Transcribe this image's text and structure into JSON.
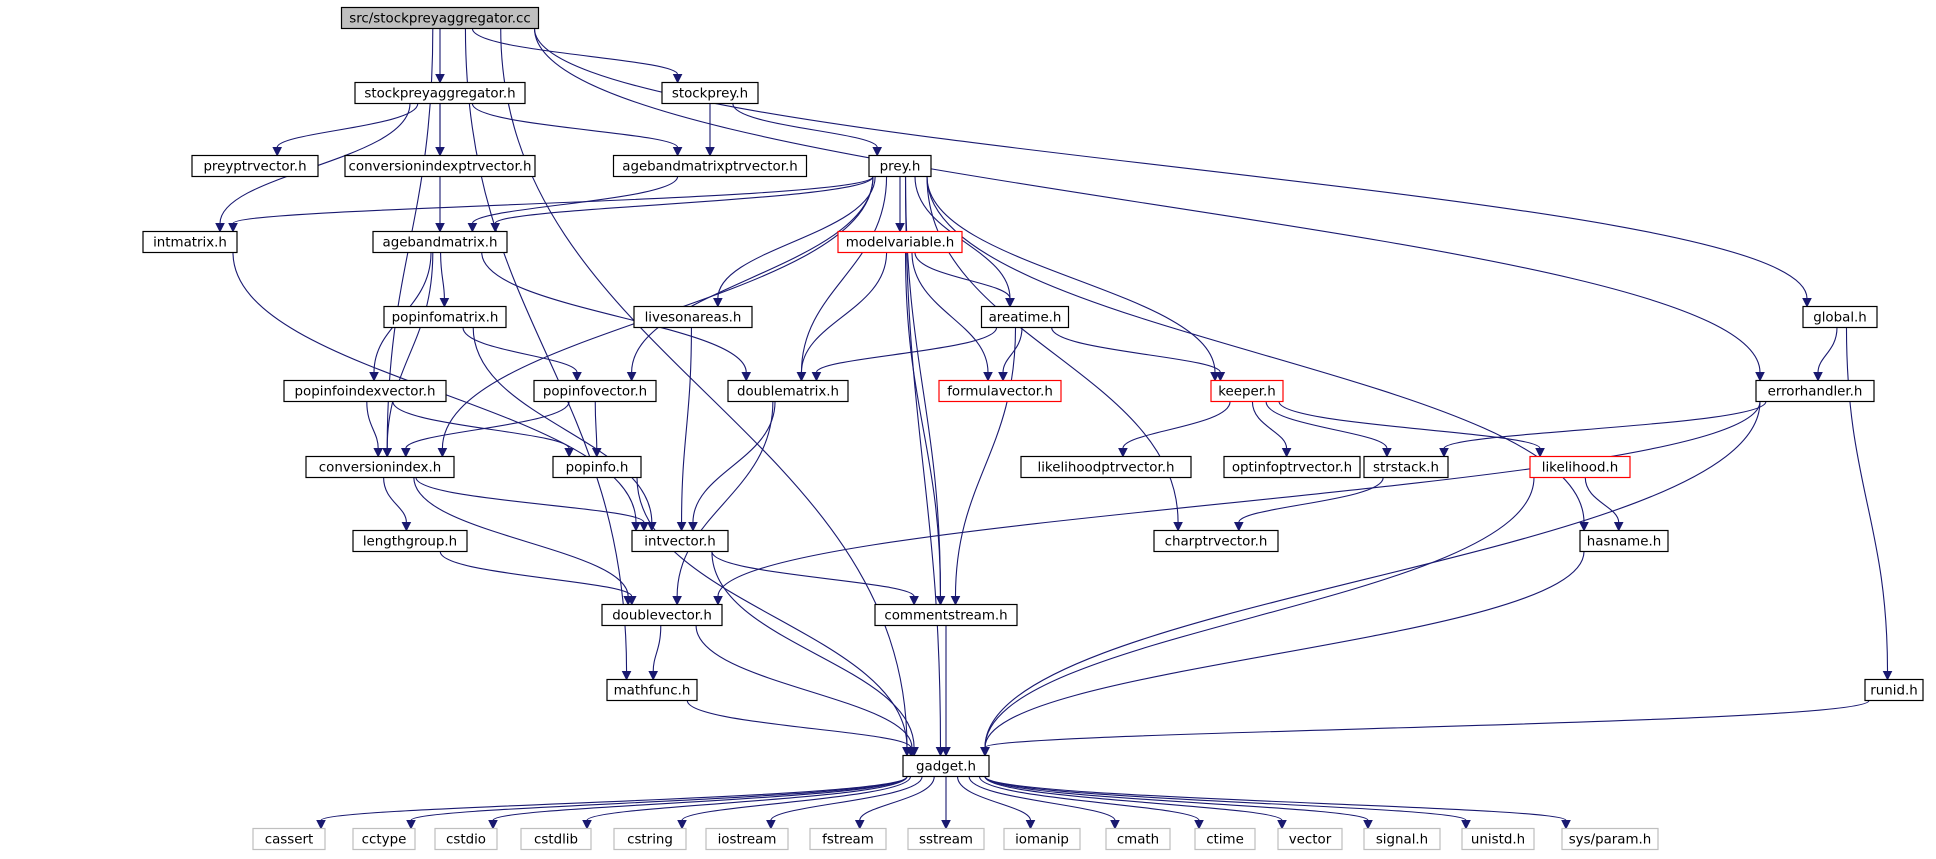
{
  "colors": {
    "edge": "#191970",
    "node_border_default": "#000000",
    "node_border_truncated": "#ff0000",
    "node_border_system": "#bfbfbf",
    "root_fill": "#bfbfbf"
  },
  "nodes": [
    {
      "id": "root",
      "label": "src/stockpreyaggregator.cc",
      "style": "root"
    },
    {
      "id": "spa_h",
      "label": "stockpreyaggregator.h",
      "style": "normal"
    },
    {
      "id": "stockprey",
      "label": "stockprey.h",
      "style": "normal"
    },
    {
      "id": "preyptr",
      "label": "preyptrvector.h",
      "style": "normal"
    },
    {
      "id": "convidxptr",
      "label": "conversionindexptrvector.h",
      "style": "normal"
    },
    {
      "id": "abmptr",
      "label": "agebandmatrixptrvector.h",
      "style": "normal"
    },
    {
      "id": "prey",
      "label": "prey.h",
      "style": "normal"
    },
    {
      "id": "intmatrix",
      "label": "intmatrix.h",
      "style": "normal"
    },
    {
      "id": "abm",
      "label": "agebandmatrix.h",
      "style": "normal"
    },
    {
      "id": "modelvar",
      "label": "modelvariable.h",
      "style": "truncated"
    },
    {
      "id": "livesonareas",
      "label": "livesonareas.h",
      "style": "normal"
    },
    {
      "id": "areatime",
      "label": "areatime.h",
      "style": "normal"
    },
    {
      "id": "global",
      "label": "global.h",
      "style": "normal"
    },
    {
      "id": "popinfomatrix",
      "label": "popinfomatrix.h",
      "style": "normal"
    },
    {
      "id": "popinfoidx",
      "label": "popinfoindexvector.h",
      "style": "normal"
    },
    {
      "id": "popinfovec",
      "label": "popinfovector.h",
      "style": "normal"
    },
    {
      "id": "doublematrix",
      "label": "doublematrix.h",
      "style": "normal"
    },
    {
      "id": "formulavec",
      "label": "formulavector.h",
      "style": "truncated"
    },
    {
      "id": "keeper",
      "label": "keeper.h",
      "style": "truncated"
    },
    {
      "id": "errorhandler",
      "label": "errorhandler.h",
      "style": "normal"
    },
    {
      "id": "convidx",
      "label": "conversionindex.h",
      "style": "normal"
    },
    {
      "id": "popinfo",
      "label": "popinfo.h",
      "style": "normal"
    },
    {
      "id": "likelihoodptr",
      "label": "likelihoodptrvector.h",
      "style": "normal"
    },
    {
      "id": "optinfoptr",
      "label": "optinfoptrvector.h",
      "style": "normal"
    },
    {
      "id": "strstack",
      "label": "strstack.h",
      "style": "normal"
    },
    {
      "id": "likelihood",
      "label": "likelihood.h",
      "style": "truncated"
    },
    {
      "id": "lengthgroup",
      "label": "lengthgroup.h",
      "style": "normal"
    },
    {
      "id": "intvector",
      "label": "intvector.h",
      "style": "normal"
    },
    {
      "id": "charptr",
      "label": "charptrvector.h",
      "style": "normal"
    },
    {
      "id": "hasname",
      "label": "hasname.h",
      "style": "normal"
    },
    {
      "id": "doublevector",
      "label": "doublevector.h",
      "style": "normal"
    },
    {
      "id": "commentstream",
      "label": "commentstream.h",
      "style": "normal"
    },
    {
      "id": "mathfunc",
      "label": "mathfunc.h",
      "style": "normal"
    },
    {
      "id": "runid",
      "label": "runid.h",
      "style": "normal"
    },
    {
      "id": "gadget",
      "label": "gadget.h",
      "style": "normal"
    },
    {
      "id": "cassert",
      "label": "cassert",
      "style": "system"
    },
    {
      "id": "cctype",
      "label": "cctype",
      "style": "system"
    },
    {
      "id": "cstdio",
      "label": "cstdio",
      "style": "system"
    },
    {
      "id": "cstdlib",
      "label": "cstdlib",
      "style": "system"
    },
    {
      "id": "cstring",
      "label": "cstring",
      "style": "system"
    },
    {
      "id": "iostream",
      "label": "iostream",
      "style": "system"
    },
    {
      "id": "fstream",
      "label": "fstream",
      "style": "system"
    },
    {
      "id": "sstream",
      "label": "sstream",
      "style": "system"
    },
    {
      "id": "iomanip",
      "label": "iomanip",
      "style": "system"
    },
    {
      "id": "cmath",
      "label": "cmath",
      "style": "system"
    },
    {
      "id": "ctime",
      "label": "ctime",
      "style": "system"
    },
    {
      "id": "vector",
      "label": "vector",
      "style": "system"
    },
    {
      "id": "signal",
      "label": "signal.h",
      "style": "system"
    },
    {
      "id": "unistd",
      "label": "unistd.h",
      "style": "system"
    },
    {
      "id": "sysparam",
      "label": "sys/param.h",
      "style": "system"
    }
  ],
  "edges": [
    [
      "root",
      "spa_h"
    ],
    [
      "root",
      "stockprey"
    ],
    [
      "root",
      "convidx"
    ],
    [
      "root",
      "errorhandler"
    ],
    [
      "root",
      "global"
    ],
    [
      "root",
      "gadget"
    ],
    [
      "root",
      "mathfunc"
    ],
    [
      "spa_h",
      "preyptr"
    ],
    [
      "spa_h",
      "convidxptr"
    ],
    [
      "spa_h",
      "abmptr"
    ],
    [
      "spa_h",
      "abm"
    ],
    [
      "spa_h",
      "intmatrix"
    ],
    [
      "stockprey",
      "abmptr"
    ],
    [
      "stockprey",
      "prey"
    ],
    [
      "abmptr",
      "abm"
    ],
    [
      "prey",
      "abm"
    ],
    [
      "prey",
      "intmatrix"
    ],
    [
      "prey",
      "modelvar"
    ],
    [
      "prey",
      "livesonareas"
    ],
    [
      "prey",
      "areatime"
    ],
    [
      "prey",
      "popinfovec"
    ],
    [
      "prey",
      "doublematrix"
    ],
    [
      "prey",
      "convidx"
    ],
    [
      "prey",
      "keeper"
    ],
    [
      "prey",
      "hasname"
    ],
    [
      "prey",
      "commentstream"
    ],
    [
      "prey",
      "charptr"
    ],
    [
      "prey",
      "gadget"
    ],
    [
      "intmatrix",
      "intvector"
    ],
    [
      "abm",
      "popinfomatrix"
    ],
    [
      "abm",
      "popinfoidx"
    ],
    [
      "abm",
      "doublematrix"
    ],
    [
      "abm",
      "convidx"
    ],
    [
      "modelvar",
      "areatime"
    ],
    [
      "modelvar",
      "formulavec"
    ],
    [
      "modelvar",
      "doublematrix"
    ],
    [
      "modelvar",
      "commentstream"
    ],
    [
      "livesonareas",
      "intvector"
    ],
    [
      "areatime",
      "doublematrix"
    ],
    [
      "areatime",
      "formulavec"
    ],
    [
      "areatime",
      "keeper"
    ],
    [
      "areatime",
      "commentstream"
    ],
    [
      "global",
      "errorhandler"
    ],
    [
      "global",
      "runid"
    ],
    [
      "popinfomatrix",
      "popinfovec"
    ],
    [
      "popinfomatrix",
      "intvector"
    ],
    [
      "popinfoidx",
      "convidx"
    ],
    [
      "popinfoidx",
      "popinfo"
    ],
    [
      "popinfovec",
      "popinfo"
    ],
    [
      "popinfovec",
      "convidx"
    ],
    [
      "doublematrix",
      "intvector"
    ],
    [
      "doublematrix",
      "doublevector"
    ],
    [
      "keeper",
      "likelihoodptr"
    ],
    [
      "keeper",
      "optinfoptr"
    ],
    [
      "keeper",
      "strstack"
    ],
    [
      "keeper",
      "likelihood"
    ],
    [
      "errorhandler",
      "strstack"
    ],
    [
      "errorhandler",
      "doublevector"
    ],
    [
      "errorhandler",
      "gadget"
    ],
    [
      "convidx",
      "lengthgroup"
    ],
    [
      "convidx",
      "intvector"
    ],
    [
      "convidx",
      "doublevector"
    ],
    [
      "popinfo",
      "gadget"
    ],
    [
      "strstack",
      "charptr"
    ],
    [
      "likelihood",
      "hasname"
    ],
    [
      "likelihood",
      "gadget"
    ],
    [
      "lengthgroup",
      "doublevector"
    ],
    [
      "intvector",
      "commentstream"
    ],
    [
      "intvector",
      "gadget"
    ],
    [
      "hasname",
      "gadget"
    ],
    [
      "doublevector",
      "mathfunc"
    ],
    [
      "doublevector",
      "gadget"
    ],
    [
      "commentstream",
      "gadget"
    ],
    [
      "mathfunc",
      "gadget"
    ],
    [
      "runid",
      "gadget"
    ],
    [
      "gadget",
      "cassert"
    ],
    [
      "gadget",
      "cctype"
    ],
    [
      "gadget",
      "cstdio"
    ],
    [
      "gadget",
      "cstdlib"
    ],
    [
      "gadget",
      "cstring"
    ],
    [
      "gadget",
      "iostream"
    ],
    [
      "gadget",
      "fstream"
    ],
    [
      "gadget",
      "sstream"
    ],
    [
      "gadget",
      "iomanip"
    ],
    [
      "gadget",
      "cmath"
    ],
    [
      "gadget",
      "ctime"
    ],
    [
      "gadget",
      "vector"
    ],
    [
      "gadget",
      "signal"
    ],
    [
      "gadget",
      "unistd"
    ],
    [
      "gadget",
      "sysparam"
    ]
  ]
}
